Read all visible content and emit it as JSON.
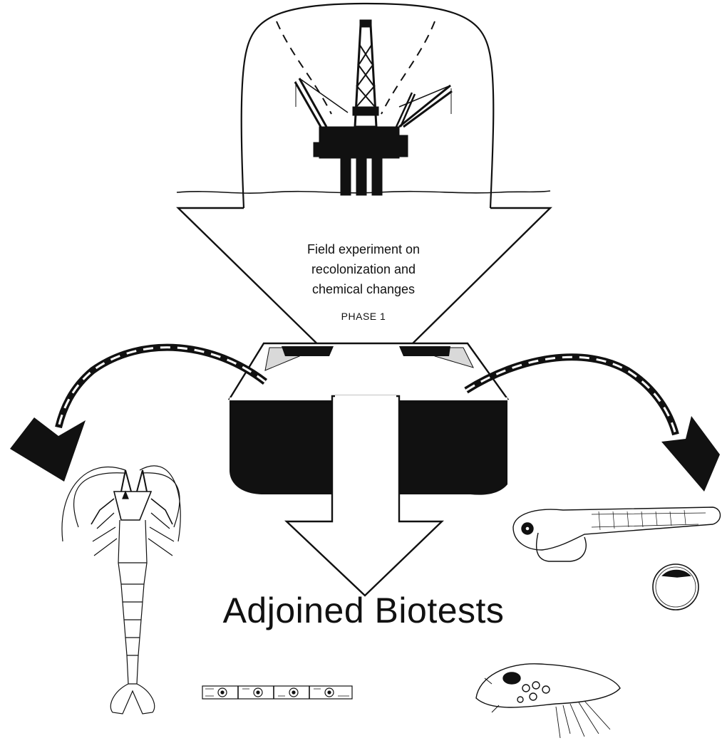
{
  "diagram": {
    "phase_box": {
      "lines": [
        "Field experiment on",
        "recolonization and",
        "chemical changes"
      ],
      "phase": "PHASE 1"
    },
    "title": "Adjoined Biotests"
  },
  "colors": {
    "ink": "#111111",
    "paper": "#ffffff"
  },
  "illustrations": [
    "oil-platform-icon",
    "sediment-tray-icon",
    "shrimp-icon",
    "fish-larva-icon",
    "fish-egg-icon",
    "algae-chain-icon",
    "copepod-icon"
  ]
}
